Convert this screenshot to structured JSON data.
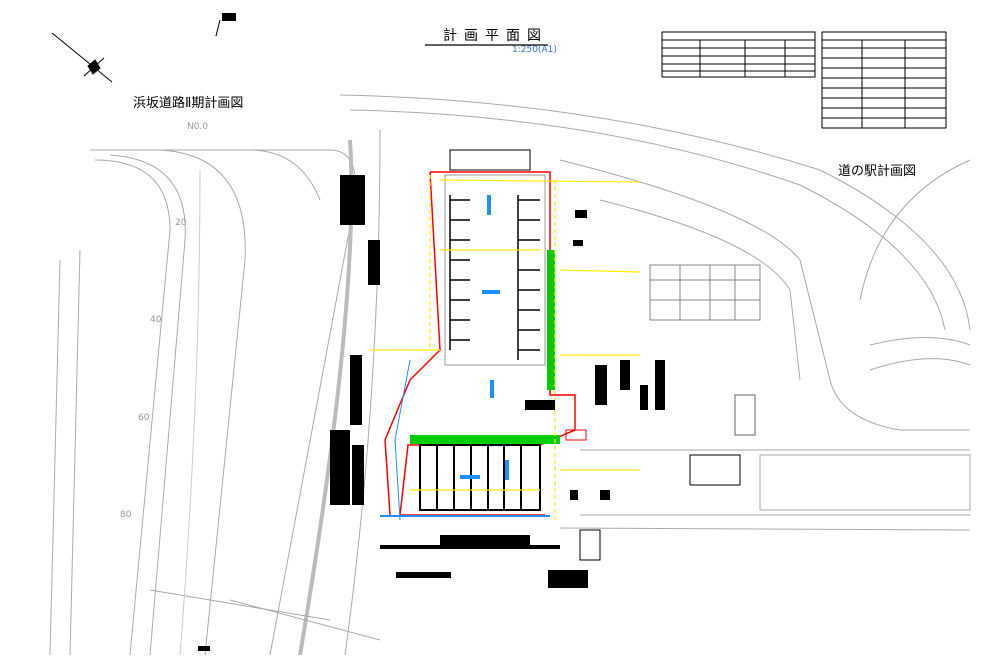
{
  "drawing": {
    "title": "計画平面図",
    "scale": "1:250(A1)",
    "labels": {
      "road_plan": "浜坂道路Ⅱ期計画図",
      "station_plan": "道の駅計画図"
    },
    "stations": [
      "N0.0",
      "20",
      "40",
      "60",
      "80"
    ],
    "colors": {
      "boundary": "#ff0000",
      "green_strip": "#00cc00",
      "yellow_lines": "#ffee00",
      "blue_marks": "#1e90ff",
      "existing": "#999999"
    }
  }
}
